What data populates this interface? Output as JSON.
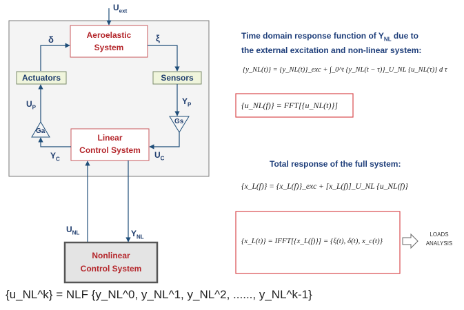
{
  "diagram": {
    "input_ext": "U",
    "input_ext_sub": "ext",
    "aero_box": [
      "Aeroelastic",
      "System"
    ],
    "delta": "δ",
    "xi": "ξ",
    "actuators": "Actuators",
    "sensors": "Sensors",
    "up": "U",
    "up_sub": "P",
    "yp": "Y",
    "yp_sub": "P",
    "ga": "Ga",
    "gs": "Gs",
    "yc": "Y",
    "yc_sub": "C",
    "uc": "U",
    "uc_sub": "C",
    "linear_box": [
      "Linear",
      "Control System"
    ],
    "unl": "U",
    "unl_sub": "NL",
    "ynl": "Y",
    "ynl_sub": "NL",
    "nonlinear_box": [
      "Nonlinear",
      "Control System"
    ],
    "nlf_equation": "{u_NL^k} = NLF {y_NL^0, y_NL^1, y_NL^2, ......, y_NL^k-1}"
  },
  "right": {
    "title_time": [
      "Time domain response function of Y",
      " due to",
      "the external excitation and non-linear system:"
    ],
    "title_time_sub": "NL",
    "eq_time": "{y_NL(t)} = {y_NL(t)}_exc + ∫_0^t {y_NL(t − τ)}_U_NL {u_NL(τ)} d τ",
    "eq_fft": "{u_NL(f)} = FFT[{u_NL(t)}]",
    "title_total": "Total response of the full system:",
    "eq_total": "{x_L(f)} = {x_L(f)}_exc + [x_L(f)]_U_NL {u_NL(f)}",
    "eq_ifft": "{x_L(t)} = IFFT[{x_L(f)}] = {ξ(t), δ(t), x_c(t)}",
    "loads": [
      "LOADS",
      "ANALYSIS"
    ]
  }
}
